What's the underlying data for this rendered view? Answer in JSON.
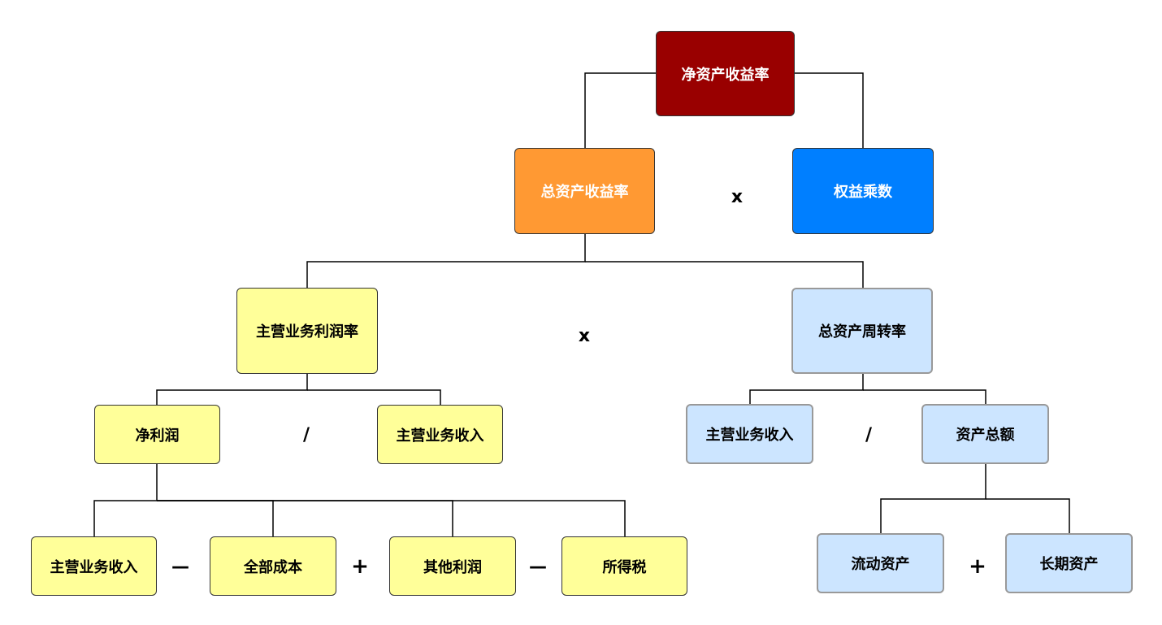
{
  "nodes": {
    "roe": "净资产收益率",
    "roa": "总资产收益率",
    "equity_multiplier": "权益乘数",
    "profit_margin": "主营业务利润率",
    "asset_turnover": "总资产周转率",
    "net_profit": "净利润",
    "main_revenue_a": "主营业务收入",
    "main_revenue_b": "主营业务收入",
    "total_assets": "资产总额",
    "main_revenue_c": "主营业务收入",
    "total_cost": "全部成本",
    "other_profit": "其他利润",
    "income_tax": "所得税",
    "current_assets": "流动资产",
    "long_term_assets": "长期资产"
  },
  "operators": {
    "multiply_top": "x",
    "multiply_mid": "x",
    "divide_left": "/",
    "divide_right": "/",
    "minus_1": "—",
    "plus_1": "+",
    "minus_2": "—",
    "plus_2": "+"
  },
  "colors": {
    "roe": "#990000",
    "roa": "#ff9933",
    "equity_multiplier": "#007fff",
    "yellow_nodes": "#ffff99",
    "light_blue_nodes": "#cce5ff",
    "connector": "#000000"
  }
}
